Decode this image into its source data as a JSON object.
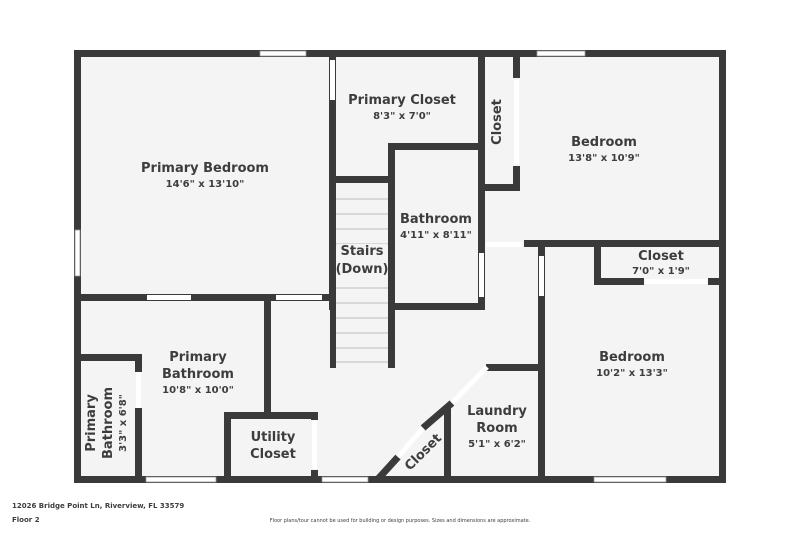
{
  "plan": {
    "address": "12026 Bridge Point Ln, Riverview, FL 33579",
    "floor": "Floor 2",
    "disclaimer": "Floor plans/tour cannot be used for building or design purposes. Sizes and dimensions are approximate.",
    "colors": {
      "wall": "#3a3a3a",
      "floor": "#f4f4f4",
      "text": "#3d3d3d"
    }
  },
  "rooms": {
    "primary_bedroom": {
      "name": "Primary Bedroom",
      "dims": "14'6\" x 13'10\""
    },
    "primary_closet": {
      "name": "Primary Closet",
      "dims": "8'3\" x 7'0\""
    },
    "closet_top": {
      "name": "Closet"
    },
    "bedroom_1": {
      "name": "Bedroom",
      "dims": "13'8\" x 10'9\""
    },
    "bathroom": {
      "name": "Bathroom",
      "dims": "4'11\" x 8'11\""
    },
    "stairs": {
      "line1": "Stairs",
      "line2": "(Down)"
    },
    "closet_right": {
      "name": "Closet",
      "dims": "7'0\" x 1'9\""
    },
    "bedroom_2": {
      "name": "Bedroom",
      "dims": "10'2\" x 13'3\""
    },
    "primary_bathroom": {
      "line1": "Primary",
      "line2": "Bathroom",
      "dims": "10'8\" x 10'0\""
    },
    "primary_bathroom_small": {
      "line1": "Primary",
      "line2": "Bathroom",
      "dims": "3'3\" x 6'8\""
    },
    "utility_closet": {
      "line1": "Utility",
      "line2": "Closet"
    },
    "laundry_room": {
      "line1": "Laundry",
      "line2": "Room",
      "dims": "5'1\" x 6'2\""
    },
    "closet_diag": {
      "name": "Closet"
    }
  }
}
